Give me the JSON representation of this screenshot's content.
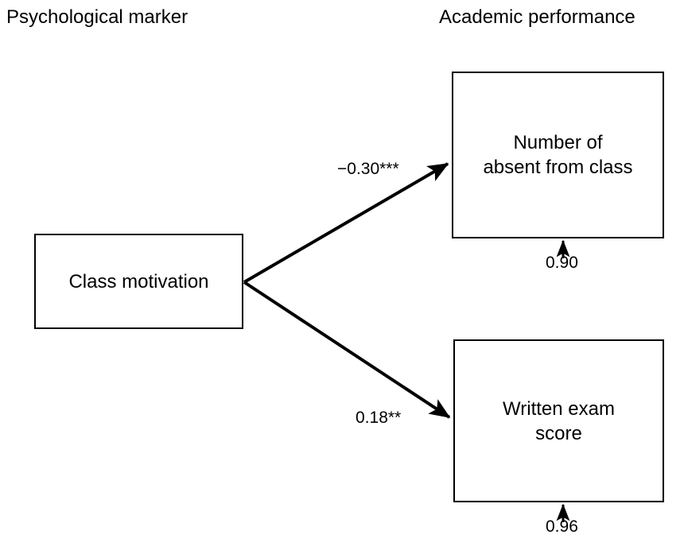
{
  "figure": {
    "type": "path-diagram",
    "background_color": "#ffffff",
    "line_color": "#000000"
  },
  "headers": {
    "left": "Psychological marker",
    "right": "Academic performance"
  },
  "nodes": [
    {
      "id": "class-motivation",
      "label": "Class motivation",
      "column": "Psychological marker"
    },
    {
      "id": "absent-from-class",
      "label": "Number of\nabsent from class",
      "column": "Academic performance"
    },
    {
      "id": "written-exam-score",
      "label": "Written exam\nscore",
      "column": "Academic performance"
    }
  ],
  "paths": [
    {
      "id": "motivation-to-absent",
      "from": "class-motivation",
      "to": "absent-from-class",
      "coefficient": "−0.30***",
      "value": -0.3,
      "significance": "***"
    },
    {
      "id": "motivation-to-exam",
      "from": "class-motivation",
      "to": "written-exam-score",
      "coefficient": "0.18**",
      "value": 0.18,
      "significance": "**"
    }
  ],
  "residuals": [
    {
      "id": "residual-absent",
      "target": "absent-from-class",
      "label": "0.90",
      "value": 0.9
    },
    {
      "id": "residual-exam",
      "target": "written-exam-score",
      "label": "0.96",
      "value": 0.96
    }
  ]
}
